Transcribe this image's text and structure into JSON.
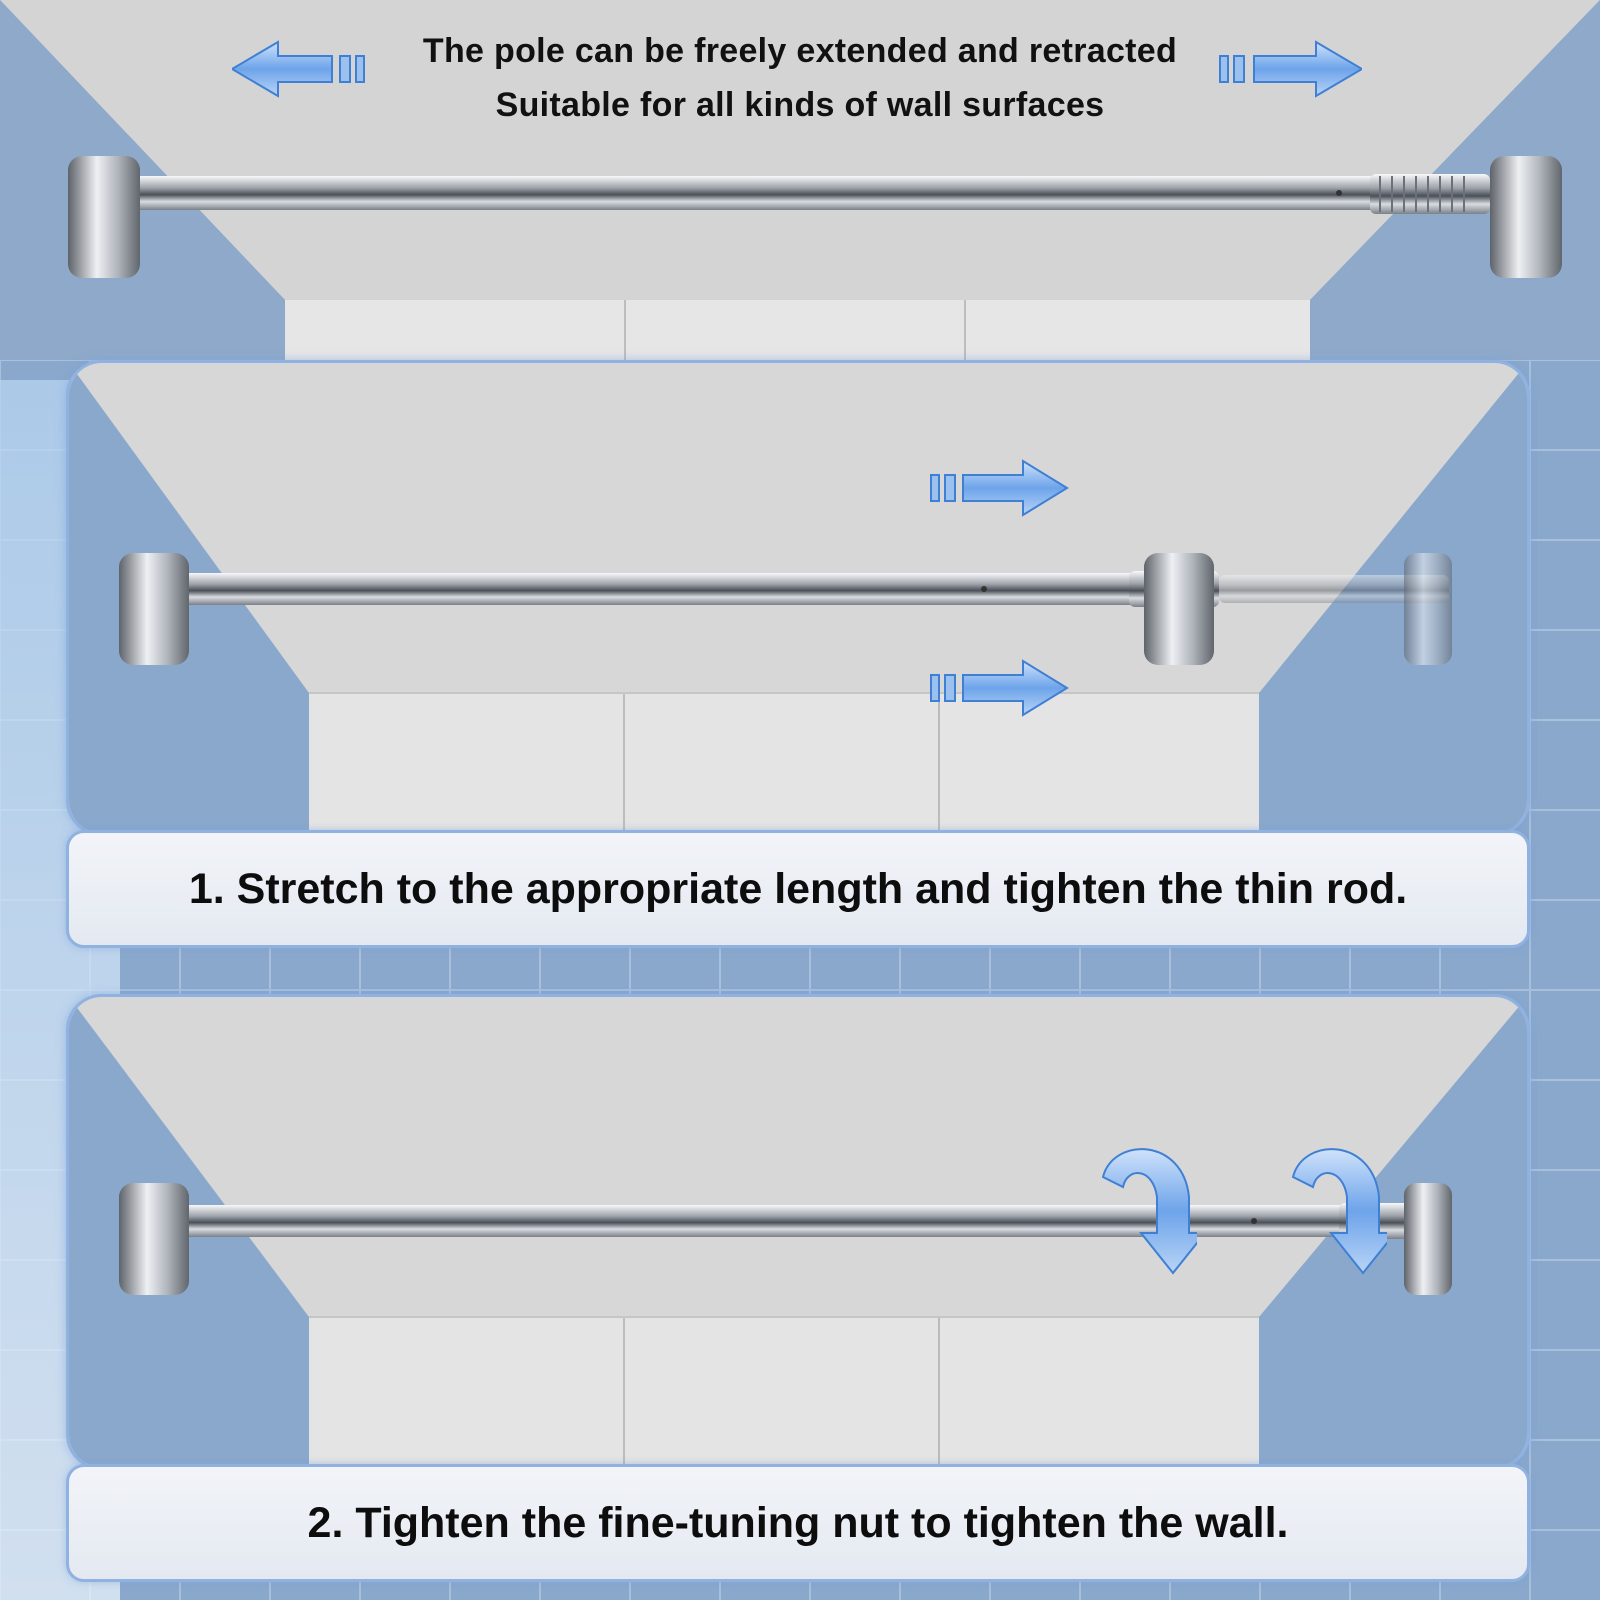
{
  "header": {
    "line1": "The pole can be freely extended and retracted",
    "line2": "Suitable for all kinds of wall surfaces"
  },
  "steps": [
    {
      "caption": "1. Stretch to the appropriate length and tighten the thin rod."
    },
    {
      "caption": "2. Tighten the fine-tuning nut to tighten the wall."
    }
  ],
  "colors": {
    "tile_blue": "#7f9fc4",
    "ceiling_gray": "#d6d6d6",
    "arrow_blue": "#6fa3e6",
    "chrome": "#c8ccd2",
    "caption_border": "#8fb2e0"
  },
  "icons": [
    "extend-left-arrow-icon",
    "extend-right-arrow-icon",
    "rotate-arrow-icon"
  ]
}
